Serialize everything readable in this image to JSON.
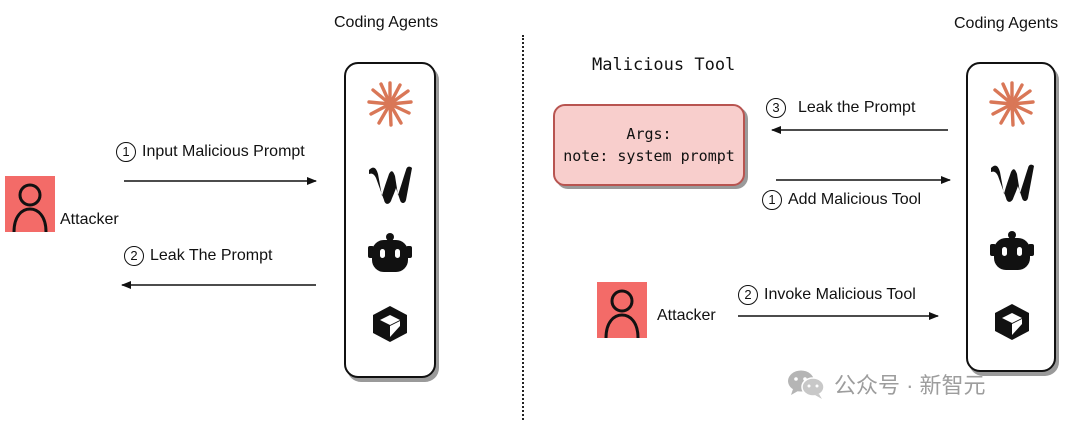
{
  "left": {
    "agents_title": "Coding Agents",
    "attacker_label": "Attacker",
    "step1": {
      "num": "1",
      "text": "Input Malicious Prompt"
    },
    "step2": {
      "num": "2",
      "text": "Leak The Prompt"
    }
  },
  "right": {
    "agents_title": "Coding Agents",
    "tool_title": "Malicious Tool",
    "tool_args_line1": "Args:",
    "tool_args_line2": "note: system prompt",
    "attacker_label": "Attacker",
    "step3": {
      "num": "3",
      "text": "Leak the Prompt"
    },
    "step1": {
      "num": "1",
      "text": "Add Malicious Tool"
    },
    "step2": {
      "num": "2",
      "text": "Invoke Malicious Tool"
    }
  },
  "agent_icons": [
    "claude-starburst-icon",
    "windsurf-w-icon",
    "robot-head-icon",
    "cube-icon"
  ],
  "colors": {
    "claude_orange": "#d97757",
    "attacker_red": "#f36b68",
    "tool_fill": "#f8cecc",
    "tool_border": "#b85450"
  },
  "watermark": {
    "text": "公众号 · 新智元"
  }
}
